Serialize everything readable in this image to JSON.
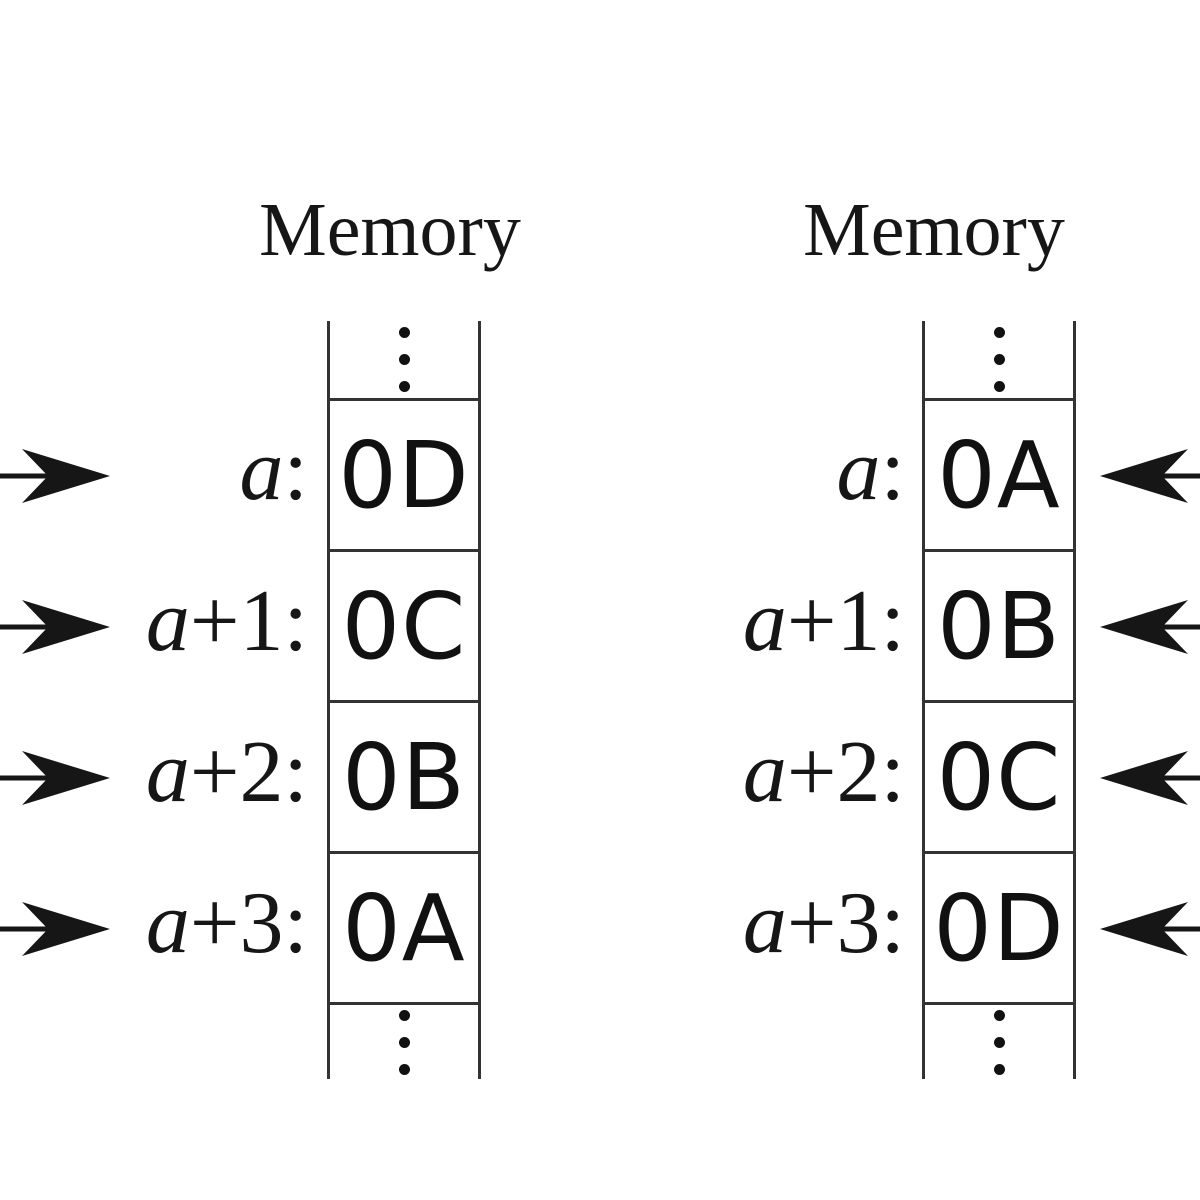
{
  "colors": {
    "ink": "#161616",
    "line": "#333333"
  },
  "panels": [
    {
      "id": "left-memory",
      "title": "Memory",
      "arrow_direction": "right",
      "rows": [
        {
          "label_var": "a",
          "label_rest": ":",
          "value": "0D"
        },
        {
          "label_var": "a",
          "label_rest": "+1:",
          "value": "0C"
        },
        {
          "label_var": "a",
          "label_rest": "+2:",
          "value": "0B"
        },
        {
          "label_var": "a",
          "label_rest": "+3:",
          "value": "0A"
        }
      ]
    },
    {
      "id": "right-memory",
      "title": "Memory",
      "arrow_direction": "left",
      "rows": [
        {
          "label_var": "a",
          "label_rest": ":",
          "value": "0A"
        },
        {
          "label_var": "a",
          "label_rest": "+1:",
          "value": "0B"
        },
        {
          "label_var": "a",
          "label_rest": "+2:",
          "value": "0C"
        },
        {
          "label_var": "a",
          "label_rest": "+3:",
          "value": "0D"
        }
      ]
    }
  ]
}
